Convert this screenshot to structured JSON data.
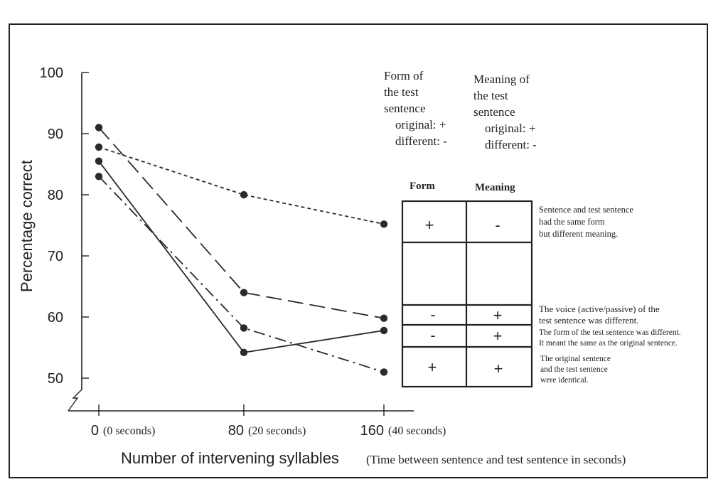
{
  "chart_data": {
    "type": "line",
    "ylabel": "Percentage correct",
    "xlabel": "Number of intervening syllables",
    "xlabel_note": "(Time between sentence and test sentence in seconds)",
    "x": [
      0,
      80,
      160
    ],
    "x_tick_labels": [
      "0",
      "80",
      "160"
    ],
    "x_tick_notes": [
      "(0 seconds)",
      "(20 seconds)",
      "(40 seconds)"
    ],
    "y_ticks": [
      50,
      60,
      70,
      80,
      90,
      100
    ],
    "ylim": [
      50,
      100
    ],
    "grid": false,
    "series": [
      {
        "values": [
          87.8,
          80.0,
          75.2
        ],
        "dash": "dotted"
      },
      {
        "values": [
          91.0,
          64.0,
          59.8
        ],
        "dash": "long-dash"
      },
      {
        "values": [
          85.5,
          54.2,
          57.8
        ],
        "dash": "solid"
      },
      {
        "values": [
          83.0,
          58.2,
          51.0
        ],
        "dash": "dash-dot"
      }
    ]
  },
  "legend_notes": {
    "form": {
      "title_lines": [
        "Form of",
        "the test",
        "sentence"
      ],
      "original": "original: +",
      "different": "different: -"
    },
    "meaning": {
      "title_lines": [
        "Meaning of",
        "the test",
        "sentence"
      ],
      "original": "original: +",
      "different": "different: -"
    }
  },
  "table": {
    "headers": [
      "Form",
      "Meaning"
    ],
    "rows": [
      {
        "form": "+",
        "meaning": "-",
        "desc": [
          "Sentence and test sentence",
          "had the same form",
          "but different meaning."
        ]
      },
      {
        "form": "",
        "meaning": "",
        "desc": []
      },
      {
        "form": "-",
        "meaning": "+",
        "desc": [
          "The voice (active/passive) of the",
          "test sentence was different."
        ]
      },
      {
        "form": "-",
        "meaning": "+",
        "desc": [
          "The form of the test sentence was different.",
          "It meant the same as the original sentence."
        ]
      },
      {
        "form": "+",
        "meaning": "+",
        "desc": [
          "The original sentence",
          "and the test sentence",
          "were identical."
        ]
      }
    ]
  }
}
